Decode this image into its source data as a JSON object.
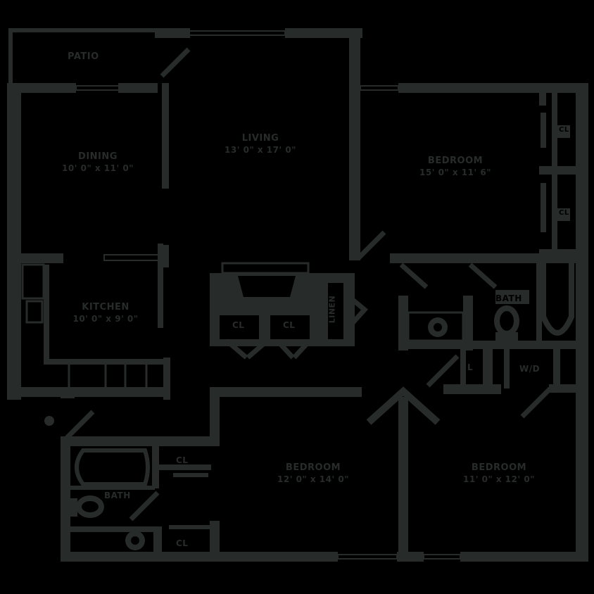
{
  "floorplan": {
    "colors": {
      "background": "#000000",
      "walls": "#272b2a"
    },
    "rooms": [
      {
        "id": "patio",
        "name": "PATIO",
        "dims": ""
      },
      {
        "id": "dining",
        "name": "DINING",
        "dims": "10' 0\" x 11' 0\""
      },
      {
        "id": "living",
        "name": "LIVING",
        "dims": "13' 0\" x 17' 0\""
      },
      {
        "id": "bedroom1",
        "name": "BEDROOM",
        "dims": "15' 0\" x 11' 6\""
      },
      {
        "id": "kitchen",
        "name": "KITCHEN",
        "dims": "10' 0\" x 9' 0\""
      },
      {
        "id": "bedroom2",
        "name": "BEDROOM",
        "dims": "12' 0\" x 14' 0\""
      },
      {
        "id": "bedroom3",
        "name": "BEDROOM",
        "dims": "11' 0\" x 12' 0\""
      }
    ],
    "labels": {
      "bath_right": "BATH",
      "bath_left": "BATH",
      "wd": "W/D",
      "linen": "L",
      "closet": "CL",
      "linen_vertical": "LINEN",
      "entry_marker": "●"
    }
  }
}
